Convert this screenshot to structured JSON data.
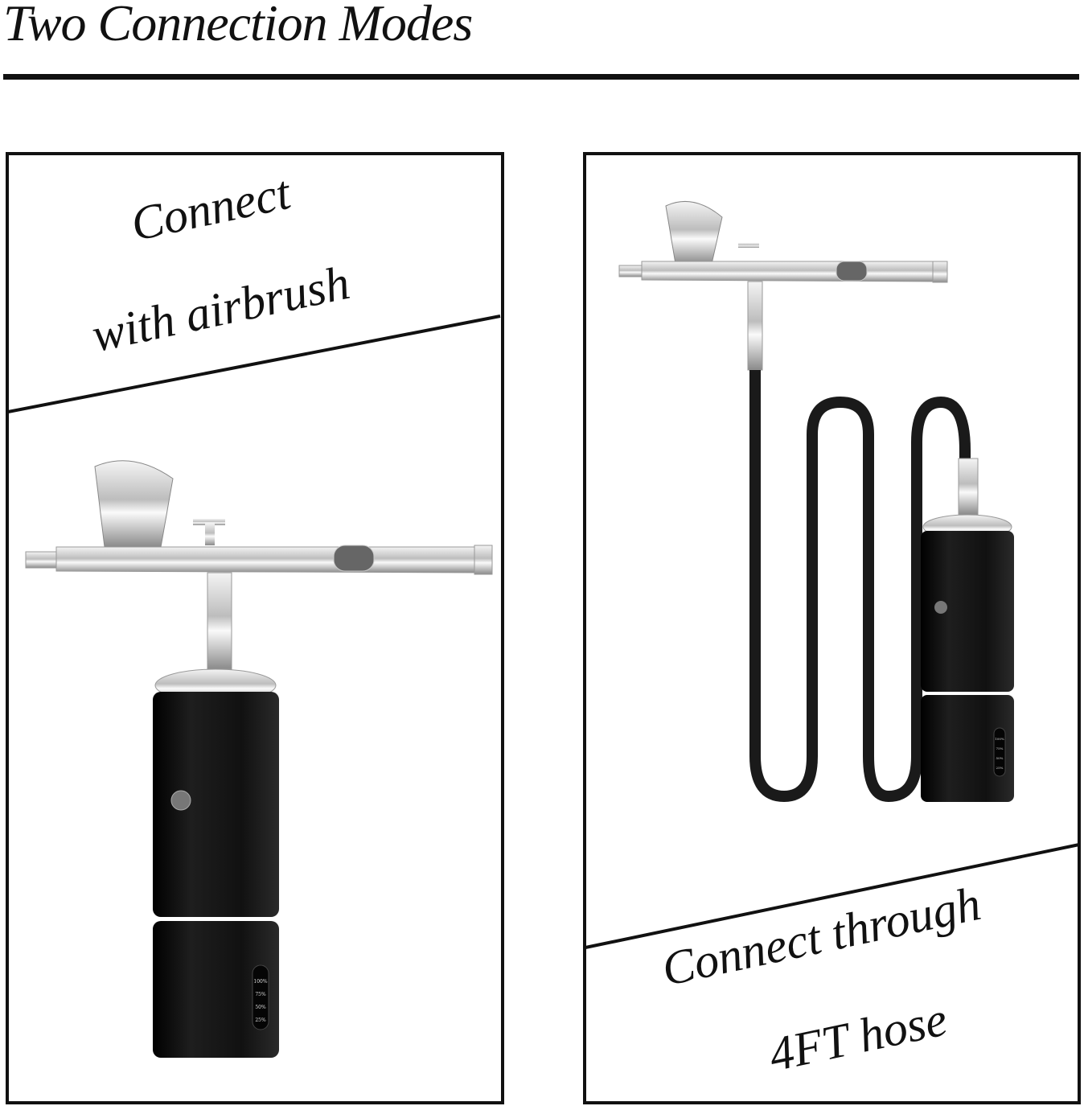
{
  "title": "Two Connection Modes",
  "left_panel": {
    "caption_line1": "Connect",
    "caption_line2": "with airbrush",
    "battery_levels": [
      "100%",
      "75%",
      "50%",
      "25%"
    ]
  },
  "right_panel": {
    "caption_line1": "Connect through",
    "caption_line2": "4FT hose",
    "battery_levels": [
      "100%",
      "75%",
      "50%",
      "25%"
    ]
  },
  "colors": {
    "ink": "#111111",
    "compressor": "#0d0d0d",
    "chrome": "#c8c8c8",
    "hose": "#1a1a1a"
  }
}
